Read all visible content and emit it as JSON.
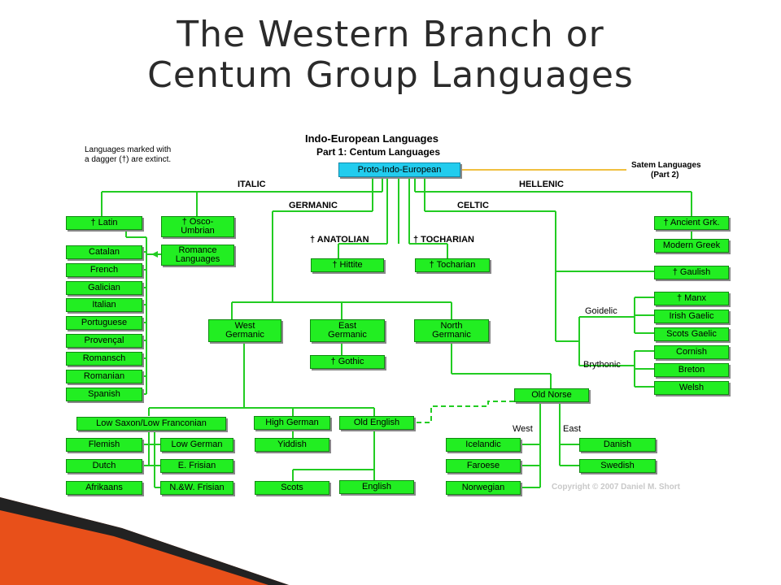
{
  "slide": {
    "title_line1": "The Western Branch or",
    "title_line2": "Centum Group Languages"
  },
  "chart": {
    "title_line1": "Indo-European Languages",
    "title_line2": "Part 1: Centum Languages"
  },
  "note": {
    "line1": "Languages marked with",
    "line2": "a dagger (†) are extinct."
  },
  "satem": {
    "line1": "Satem Languages",
    "line2": "(Part 2)"
  },
  "branches": {
    "italic": "ITALIC",
    "germanic": "GERMANIC",
    "celtic": "CELTIC",
    "hellenic": "HELLENIC",
    "anatolian": "† ANATOLIAN",
    "tocharian": "† TOCHARIAN",
    "goidelic": "Goidelic",
    "brythonic": "Brythonic",
    "west": "West",
    "east": "East"
  },
  "nodes": {
    "proto": "Proto-Indo-European",
    "latin": "† Latin",
    "osco": "† Osco-\nUmbrian",
    "romance": "Romance\nLanguages",
    "catalan": "Catalan",
    "french": "French",
    "galician": "Galician",
    "italian": "Italian",
    "portuguese": "Portuguese",
    "provencal": "Provençal",
    "romansch": "Romansch",
    "romanian": "Romanian",
    "spanish": "Spanish",
    "hittite": "† Hittite",
    "tocharian": "† Tocharian",
    "west_germanic": "West\nGermanic",
    "east_germanic": "East\nGermanic",
    "north_germanic": "North\nGermanic",
    "gothic": "† Gothic",
    "ancient_greek": "† Ancient Grk.",
    "modern_greek": "Modern Greek",
    "gaulish": "† Gaulish",
    "manx": "† Manx",
    "irish_gaelic": "Irish Gaelic",
    "scots_gaelic": "Scots Gaelic",
    "cornish": "Cornish",
    "breton": "Breton",
    "welsh": "Welsh",
    "old_norse": "Old Norse",
    "low_saxon": "Low Saxon/Low Franconian",
    "high_german": "High German",
    "old_english": "Old English",
    "flemish": "Flemish",
    "low_german": "Low German",
    "dutch": "Dutch",
    "e_frisian": "E. Frisian",
    "afrikaans": "Afrikaans",
    "nw_frisian": "N.&W. Frisian",
    "yiddish": "Yiddish",
    "scots": "Scots",
    "english": "English",
    "icelandic": "Icelandic",
    "faroese": "Faroese",
    "norwegian": "Norwegian",
    "danish": "Danish",
    "swedish": "Swedish"
  },
  "copyright": "Copyright © 2007 Daniel M. Short",
  "colors": {
    "node": "#22ee22",
    "root": "#22ccee",
    "line": "#22cc22",
    "satem_line": "#f0c040",
    "accent": "#e8501a"
  }
}
